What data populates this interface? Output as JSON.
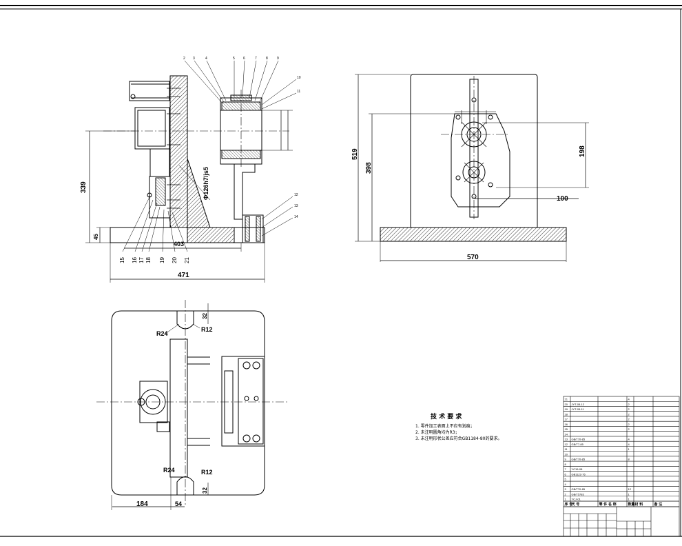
{
  "front_view": {
    "dims": {
      "h339": "339",
      "h45": "45",
      "w403": "403",
      "w471": "471",
      "dia": "Φ126h7/js5"
    },
    "balloons_top": [
      "2",
      "3",
      "4",
      "5",
      "6",
      "7",
      "8",
      "9",
      "10",
      "11"
    ],
    "balloons_bottom": [
      "15",
      "16",
      "17",
      "18",
      "19",
      "20",
      "21"
    ],
    "balloons_right": [
      "12",
      "13",
      "14"
    ]
  },
  "side_view": {
    "dims": {
      "h519": "519",
      "h398": "398",
      "h198": "198",
      "w100": "100",
      "w570": "570"
    }
  },
  "top_view": {
    "dims": {
      "r24_top": "R24",
      "r12_top": "R12",
      "d32_top": "32",
      "r24_bot": "R24",
      "r12_bot": "R12",
      "d32_bot": "32",
      "w184": "184",
      "w54": "54"
    }
  },
  "technical_requirements": {
    "title": "技 术 要 求",
    "items": [
      "1. 零件加工表面上不应有划痕；",
      "2. 未注明圆角均为R3；",
      "3. 未注明形状公差应符合GB1184-80的要求。"
    ]
  },
  "bom": {
    "header": [
      "序 号",
      "代 号",
      "零 件 名 称",
      "数量",
      "材 料",
      "备 注"
    ],
    "rows": [
      [
        "21",
        "",
        "",
        "4",
        "",
        ""
      ],
      [
        "20",
        "JYT-05-12",
        "",
        "2",
        "",
        ""
      ],
      [
        "19",
        "JYT-05-11",
        "",
        "2",
        "",
        ""
      ],
      [
        "18",
        "",
        "",
        "2",
        "",
        ""
      ],
      [
        "17",
        "",
        "",
        "2",
        "",
        ""
      ],
      [
        "16",
        "",
        "",
        "2",
        "",
        ""
      ],
      [
        "15",
        "",
        "",
        "2",
        "",
        ""
      ],
      [
        "14",
        "",
        "",
        "",
        "",
        ""
      ],
      [
        "13",
        "GB/T70-85",
        "",
        "4",
        "",
        ""
      ],
      [
        "12",
        "GB/T7-85",
        "",
        "4",
        "",
        ""
      ],
      [
        "11",
        "",
        "",
        "1",
        "",
        ""
      ],
      [
        "10",
        "",
        "",
        "",
        "",
        ""
      ],
      [
        "9",
        "GB/T70-85",
        "",
        "8",
        "",
        ""
      ],
      [
        "8",
        "",
        "",
        "",
        "",
        ""
      ],
      [
        "7",
        "YC15-08",
        "",
        "",
        "",
        ""
      ],
      [
        "6",
        "GB1122-76",
        "",
        "",
        "",
        ""
      ],
      [
        "5",
        "",
        "",
        "",
        "",
        ""
      ],
      [
        "4",
        "",
        "",
        "",
        "",
        ""
      ],
      [
        "3",
        "GB/T70-85",
        "",
        "12",
        "",
        ""
      ],
      [
        "2",
        "GB/T5783",
        "",
        "1",
        "",
        ""
      ],
      [
        "1",
        "YCJ-01",
        "",
        "1",
        "",
        ""
      ]
    ]
  },
  "colors": {
    "line": "#000000",
    "paper": "#ffffff",
    "hatch": "#000000"
  }
}
